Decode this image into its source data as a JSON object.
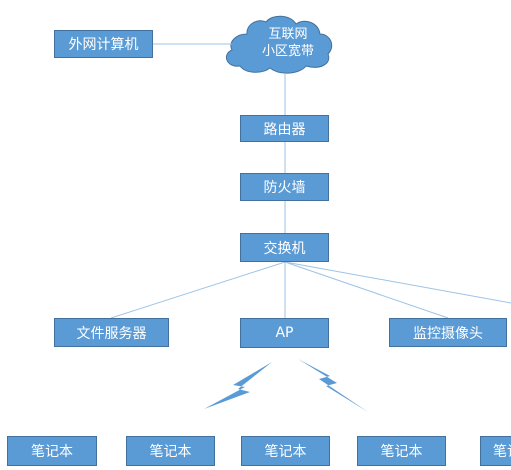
{
  "cloud": {
    "line1": "互联网",
    "line2": "小区宽带"
  },
  "nodes": {
    "external_pc": "外网计算机",
    "router": "路由器",
    "firewall": "防火墙",
    "switch": "交换机",
    "file_server": "文件服务器",
    "ap": "AP",
    "camera": "监控摄像头",
    "laptop_1": "笔记本",
    "laptop_2": "笔记本",
    "laptop_3": "笔记本",
    "laptop_4": "笔记本",
    "laptop_5": "笔记本"
  },
  "colors": {
    "node_fill": "#5b9bd5",
    "node_border": "#41719c",
    "link": "#9dc3e6",
    "wireless": "#5b9bd5"
  }
}
